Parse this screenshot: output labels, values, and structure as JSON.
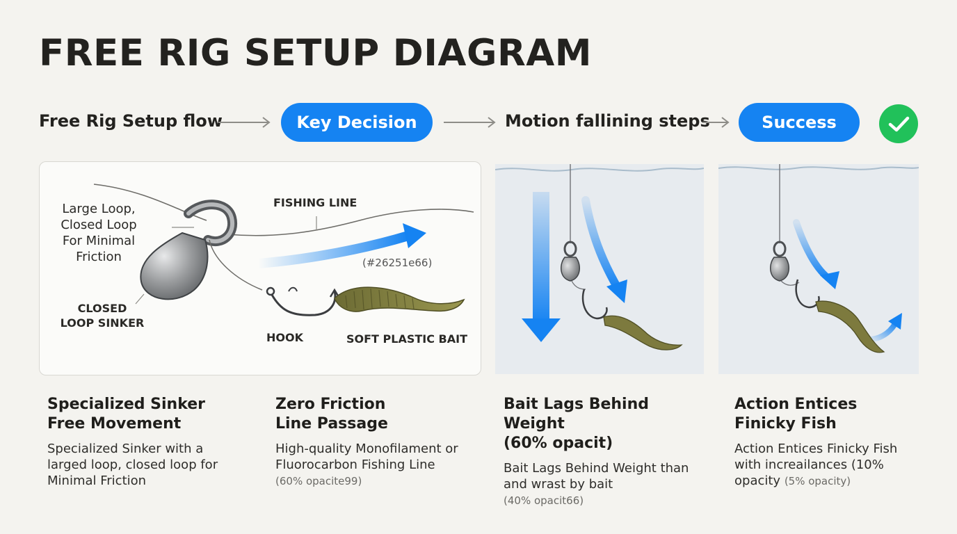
{
  "title": "FREE RIG SETUP DIAGRAM",
  "flow": {
    "step1": "Free Rig Setup flow",
    "step2": "Key Decision",
    "step3": "Motion fallining steps",
    "step4": "Success"
  },
  "diagram": {
    "label_loop": [
      "Large Loop,",
      "Closed Loop",
      "For Minimal",
      "Friction"
    ],
    "label_sinker": [
      "CLOSED",
      "LOOP SINKER"
    ],
    "label_line": "FISHING LINE",
    "label_color": "(#26251e66)",
    "label_hook": "HOOK",
    "label_bait": "SOFT PLASTIC BAIT"
  },
  "columns": [
    {
      "heading": [
        "Specialized Sinker",
        "Free Movement"
      ],
      "body": [
        "Specialized Sinker with a",
        "larged loop, closed loop for",
        "Minimal Friction"
      ],
      "faint": ""
    },
    {
      "heading": [
        "Zero Friction",
        "Line Passage"
      ],
      "body": [
        "High-quality Monofilament or",
        "Fluorocarbon Fishing Line"
      ],
      "faint": "(60% opacite99)"
    },
    {
      "heading": [
        "Bait Lags Behind Weight",
        "(60% opacit)"
      ],
      "body": [
        "Bait Lags Behind Weight than",
        "and wrast by bait"
      ],
      "faint": "(40% opacit66)"
    },
    {
      "heading": [
        "Action Entices",
        "Finicky Fish"
      ],
      "body": [
        "Action Entices Finicky Fish",
        "with increailances (10%",
        "opacity"
      ],
      "faint": "(5% opacity)"
    }
  ],
  "colors": {
    "accent": "#1583f2",
    "success": "#21c15a",
    "text": "#23221f",
    "water": "#e7ebef",
    "bait": "#7a7a3c",
    "sinker": "#8a8c8e"
  },
  "icons": [
    "arrow-right-icon",
    "check-icon",
    "sinker-icon",
    "hook-icon",
    "bait-icon",
    "motion-arrow-icon"
  ]
}
